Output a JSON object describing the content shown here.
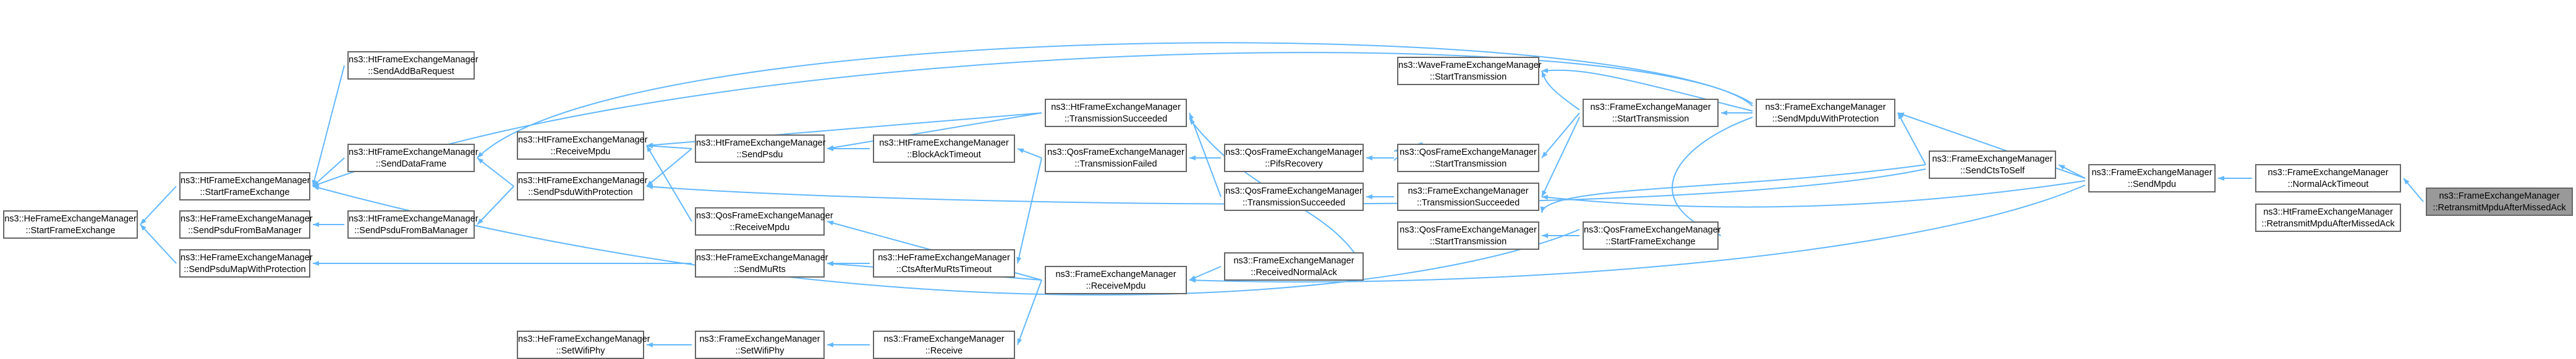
{
  "colors": {
    "edge": "#63b8ff",
    "node_border": "#666666",
    "focus_fill": "#999999"
  },
  "nodes": {
    "n_heStart": {
      "line1": "ns3::HeFrameExchangeManager",
      "line2": "::StartFrameExchange"
    },
    "n_htStart": {
      "line1": "ns3::HtFrameExchangeManager",
      "line2": "::StartFrameExchange"
    },
    "n_heSendPsduBa": {
      "line1": "ns3::HeFrameExchangeManager",
      "line2": "::SendPsduFromBaManager"
    },
    "n_heSendMap": {
      "line1": "ns3::HeFrameExchangeManager",
      "line2": "::SendPsduMapWithProtection"
    },
    "n_htAddBa": {
      "line1": "ns3::HtFrameExchangeManager",
      "line2": "::SendAddBaRequest"
    },
    "n_htDataFrame": {
      "line1": "ns3::HtFrameExchangeManager",
      "line2": "::SendDataFrame"
    },
    "n_htRecvMpdu": {
      "line1": "ns3::HtFrameExchangeManager",
      "line2": "::ReceiveMpdu"
    },
    "n_htPsduProt": {
      "line1": "ns3::HtFrameExchangeManager",
      "line2": "::SendPsduWithProtection"
    },
    "n_htPsduBa": {
      "line1": "ns3::HtFrameExchangeManager",
      "line2": "::SendPsduFromBaManager"
    },
    "n_heWifiPhy": {
      "line1": "ns3::HeFrameExchangeManager",
      "line2": "::SetWifiPhy"
    },
    "n_htSendPsdu": {
      "line1": "ns3::HtFrameExchangeManager",
      "line2": "::SendPsdu"
    },
    "n_qosRecvMpdu": {
      "line1": "ns3::QosFrameExchangeManager",
      "line2": "::ReceiveMpdu"
    },
    "n_heSendMuRts": {
      "line1": "ns3::HeFrameExchangeManager",
      "line2": "::SendMuRts"
    },
    "n_fWifiPhy": {
      "line1": "ns3::FrameExchangeManager",
      "line2": "::SetWifiPhy"
    },
    "n_htBlockAck": {
      "line1": "ns3::HtFrameExchangeManager",
      "line2": "::BlockAckTimeout"
    },
    "n_heCtsMuRts": {
      "line1": "ns3::HeFrameExchangeManager",
      "line2": "::CtsAfterMuRtsTimeout"
    },
    "n_fReceive": {
      "line1": "ns3::FrameExchangeManager",
      "line2": "::Receive"
    },
    "n_htTxSucc": {
      "line1": "ns3::HtFrameExchangeManager",
      "line2": "::TransmissionSucceeded"
    },
    "n_qosTxFail": {
      "line1": "ns3::QosFrameExchangeManager",
      "line2": "::TransmissionFailed"
    },
    "n_fRecvMpdu": {
      "line1": "ns3::FrameExchangeManager",
      "line2": "::ReceiveMpdu"
    },
    "n_qosPifs": {
      "line1": "ns3::QosFrameExchangeManager",
      "line2": "::PifsRecovery"
    },
    "n_qosTxSucc": {
      "line1": "ns3::QosFrameExchangeManager",
      "line2": "::TransmissionSucceeded"
    },
    "n_fRecvNormAck": {
      "line1": "ns3::FrameExchangeManager",
      "line2": "::ReceivedNormalAck"
    },
    "n_waveStart": {
      "line1": "ns3::WaveFrameExchangeManager",
      "line2": "::StartTransmission"
    },
    "n_qosStartTx2": {
      "line1": "ns3::QosFrameExchangeManager",
      "line2": "::StartTransmission"
    },
    "n_fTxSucc": {
      "line1": "ns3::FrameExchangeManager",
      "line2": "::TransmissionSucceeded"
    },
    "n_qosStartTx1": {
      "line1": "ns3::QosFrameExchangeManager",
      "line2": "::StartTransmission"
    },
    "n_fStartTx": {
      "line1": "ns3::FrameExchangeManager",
      "line2": "::StartTransmission"
    },
    "n_qosStartFe": {
      "line1": "ns3::QosFrameExchangeManager",
      "line2": "::StartFrameExchange"
    },
    "n_fMpduProt": {
      "line1": "ns3::FrameExchangeManager",
      "line2": "::SendMpduWithProtection"
    },
    "n_fCtsSelf": {
      "line1": "ns3::FrameExchangeManager",
      "line2": "::SendCtsToSelf"
    },
    "n_fSendMpdu": {
      "line1": "ns3::FrameExchangeManager",
      "line2": "::SendMpdu"
    },
    "n_fNormAckTo": {
      "line1": "ns3::FrameExchangeManager",
      "line2": "::NormalAckTimeout"
    },
    "n_htRetrans": {
      "line1": "ns3::HtFrameExchangeManager",
      "line2": "::RetransmitMpduAfterMissedAck"
    },
    "n_focus": {
      "line1": "ns3::FrameExchangeManager",
      "line2": "::RetransmitMpduAfterMissedAck"
    }
  }
}
